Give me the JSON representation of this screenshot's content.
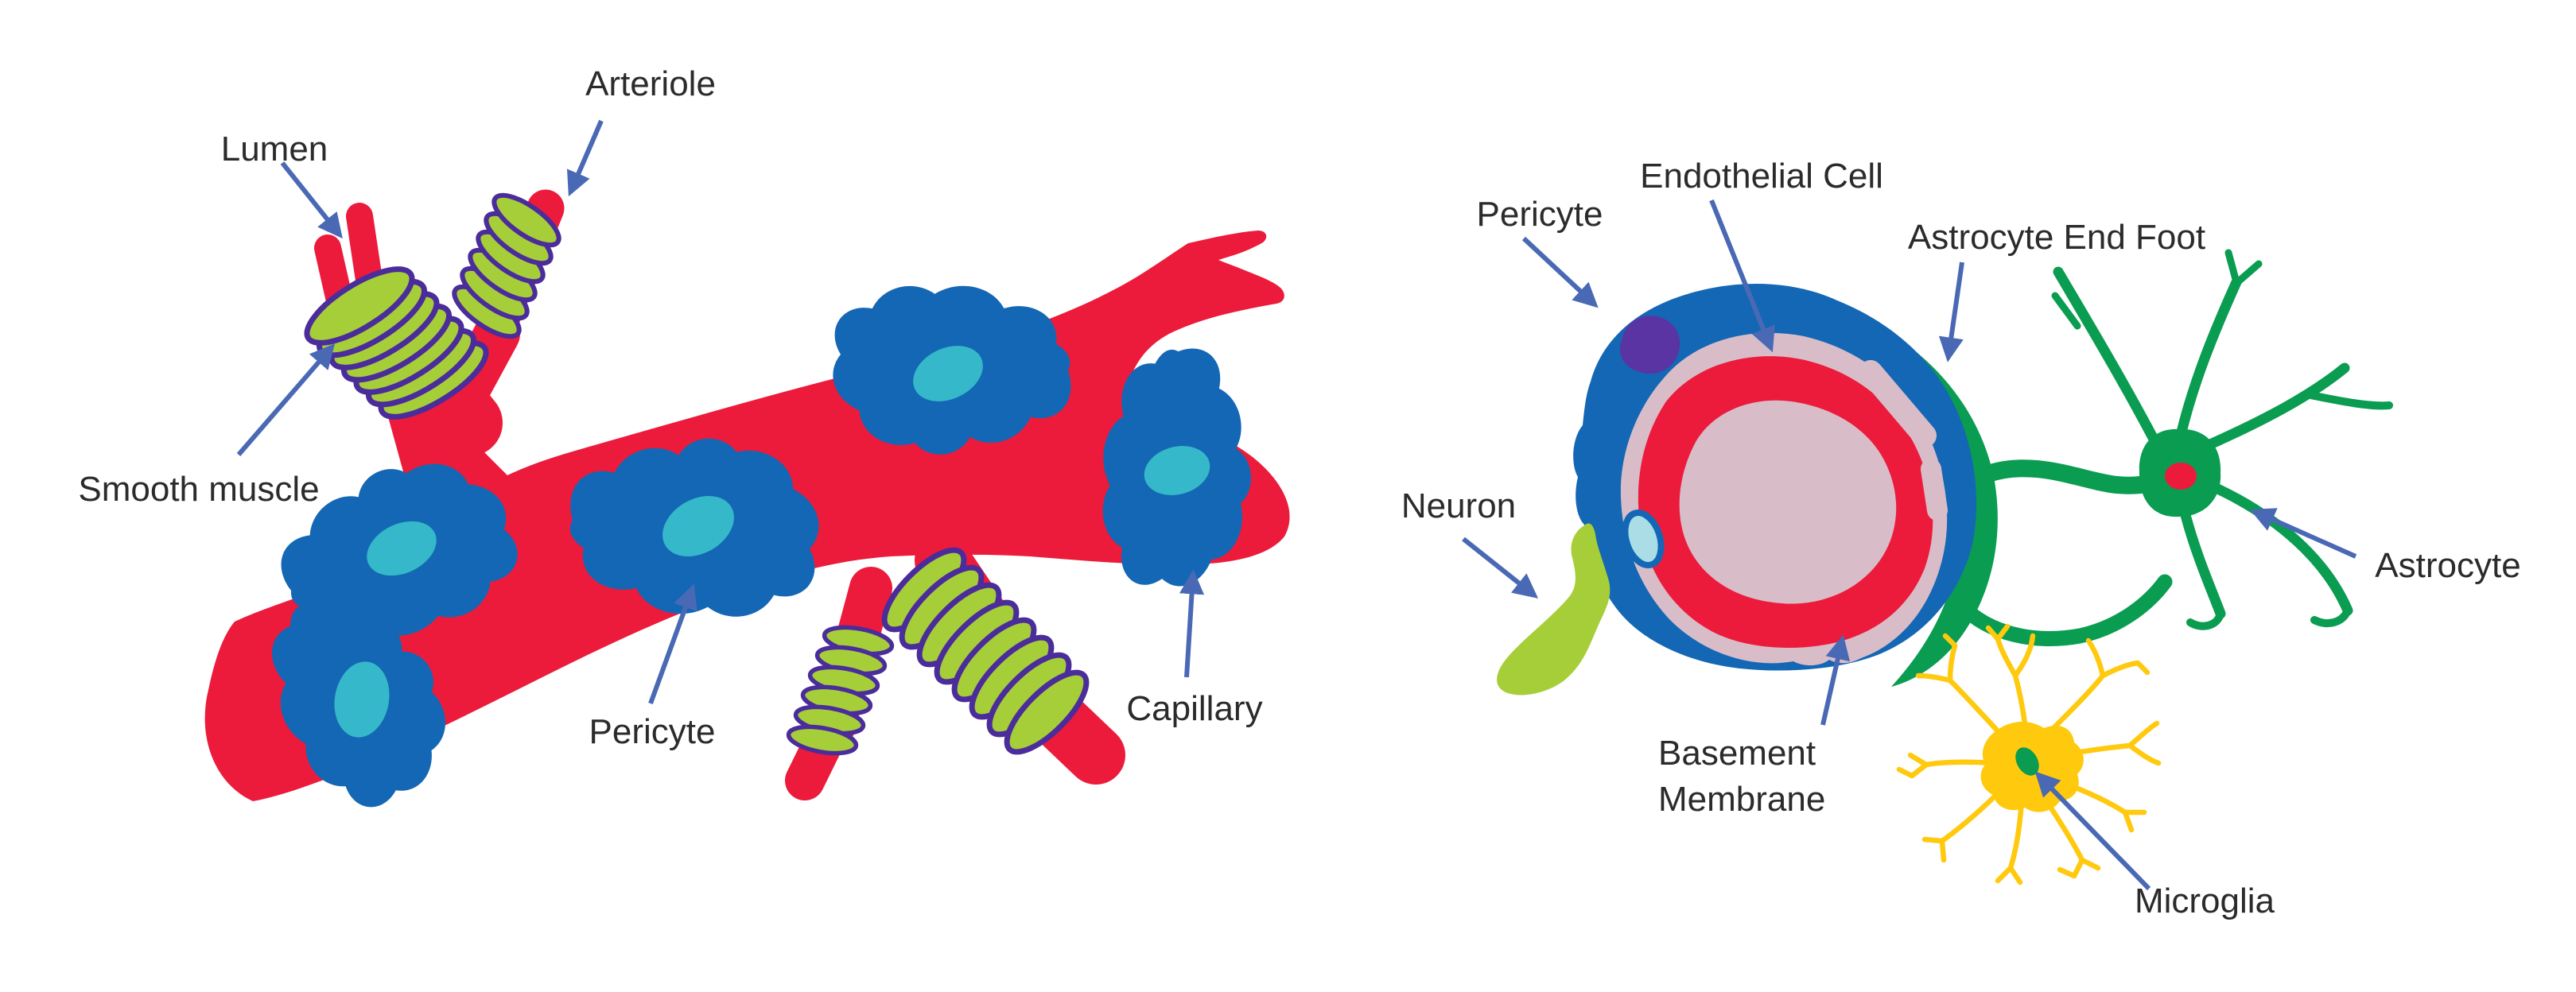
{
  "figure": {
    "description": "Two-panel anatomical diagram of a brain capillary / neurovascular unit",
    "background": "#ffffff"
  },
  "labels": {
    "left": {
      "lumen": "Lumen",
      "arteriole": "Arteriole",
      "smooth_muscle": "Smooth muscle",
      "pericyte": "Pericyte",
      "capillary": "Capillary"
    },
    "right": {
      "pericyte": "Pericyte",
      "endothelial_cell": "Endothelial Cell",
      "astrocyte_end_foot": "Astrocyte End Foot",
      "neuron": "Neuron",
      "astrocyte": "Astrocyte",
      "basement_membrane_line1": "Basement",
      "basement_membrane_line2": "Membrane",
      "microglia": "Microglia"
    }
  },
  "colors": {
    "vessel_red": "#EC1B3B",
    "pericyte_blue": "#1467B4",
    "pericyte_nucleus_cyan": "#35B8CA",
    "smooth_muscle_green": "#A6CE39",
    "coil_outline_purple": "#4B2C9B",
    "basement_membrane_mauve": "#D8BDC9",
    "pericyte_nucleus_purple": "#5A34A2",
    "endothelial_nucleus_fill": "#AADDE6",
    "astrocyte_green": "#0A9C51",
    "astrocyte_nucleus_red": "#EC1B3B",
    "microglia_yellow": "#FFC90D",
    "microglia_nucleus_green": "#0A9C51",
    "neuron_green": "#A6CE39",
    "arrow_blue": "#4A69B5",
    "text": "#2b2b2b"
  }
}
